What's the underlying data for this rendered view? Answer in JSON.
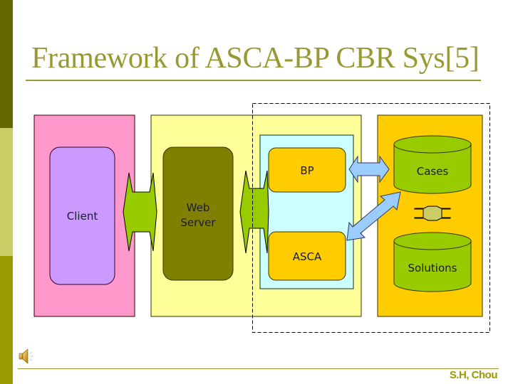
{
  "slide": {
    "title": "Framework of ASCA-BP CBR Sys[5]",
    "author": "S.H, Chou"
  },
  "icons": {
    "speaker": "speaker-audio-icon"
  },
  "diagram": {
    "client": {
      "label": "Client"
    },
    "web_server": {
      "label_line1": "Web",
      "label_line2": "Server"
    },
    "bp": {
      "label": "BP"
    },
    "asca": {
      "label": "ASCA"
    },
    "cases": {
      "label": "Cases"
    },
    "solutions": {
      "label": "Solutions"
    }
  },
  "colors": {
    "strip_top": "#666600",
    "strip_mid": "#cccc66",
    "strip_bottom": "#999900",
    "title": "#999933",
    "client_panel": "#ff99cc",
    "client_box": "#cc99ff",
    "server_panel": "#ffff99",
    "web_server_box": "#808000",
    "asca_bp_panel": "#ccffff",
    "module_box": "#ffcc00",
    "data_panel": "#ffcc00",
    "cylinder": "#99cc00",
    "connector": "#99cc00",
    "db_arrow": "#99ccff",
    "db_link": "#cccc66"
  }
}
